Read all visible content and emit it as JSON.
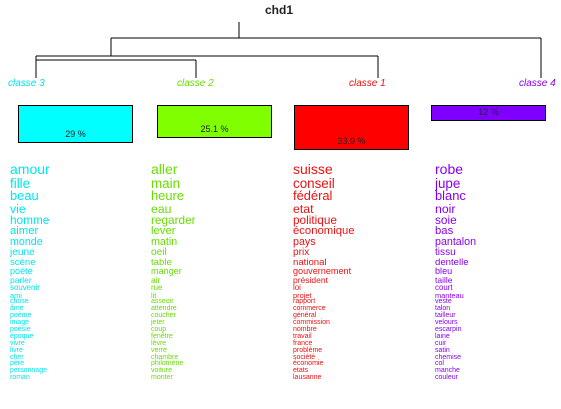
{
  "title": "chd1",
  "classes": [
    {
      "label": "classe  3",
      "percent_label": "29 %",
      "percent": 29.0,
      "color": "#00FFFF",
      "text_color": "#00E5EE",
      "words": [
        "amour",
        "fille",
        "beau",
        "vie",
        "homme",
        "aimer",
        "monde",
        "jeune",
        "scène",
        "poète",
        "parler",
        "souvenir",
        "ami",
        "chose",
        "âme",
        "poème",
        "image",
        "poésie",
        "époque",
        "vivre",
        "livre",
        "cher",
        "père",
        "personnage",
        "roman"
      ]
    },
    {
      "label": "classe  2",
      "percent_label": "25.1 %",
      "percent": 25.1,
      "color": "#7FFF00",
      "text_color": "#66DD00",
      "words": [
        "aller",
        "main",
        "heure",
        "eau",
        "regarder",
        "lever",
        "matin",
        "oeil",
        "table",
        "manger",
        "air",
        "rue",
        "lit",
        "asseoir",
        "attendre",
        "coucher",
        "jeter",
        "coup",
        "fenêtre",
        "lèvre",
        "verre",
        "chambre",
        "philomène",
        "voiture",
        "monter"
      ]
    },
    {
      "label": "classe  1",
      "percent_label": "33.9 %",
      "percent": 33.9,
      "color": "#FF0000",
      "text_color": "#EE1111",
      "words": [
        "suisse",
        "conseil",
        "fédéral",
        "etat",
        "politique",
        "économique",
        "pays",
        "prix",
        "national",
        "gouvernement",
        "président",
        "loi",
        "projet",
        "rapport",
        "commerce",
        "général",
        "commission",
        "nombre",
        "travail",
        "france",
        "problème",
        "société",
        "économie",
        "etats",
        "lausanne"
      ]
    },
    {
      "label": "classe  4",
      "percent_label": "12 %",
      "percent": 12.0,
      "color": "#7F00FF",
      "text_color": "#8800EE",
      "words": [
        "robe",
        "jupe",
        "blanc",
        "noir",
        "soie",
        "bas",
        "pantalon",
        "tissu",
        "dentelle",
        "bleu",
        "taille",
        "court",
        "manteau",
        "veste",
        "talon",
        "tailleur",
        "velours",
        "escarpin",
        "laine",
        "cuir",
        "satin",
        "chemise",
        "col",
        "manche",
        "couleur"
      ]
    }
  ]
}
